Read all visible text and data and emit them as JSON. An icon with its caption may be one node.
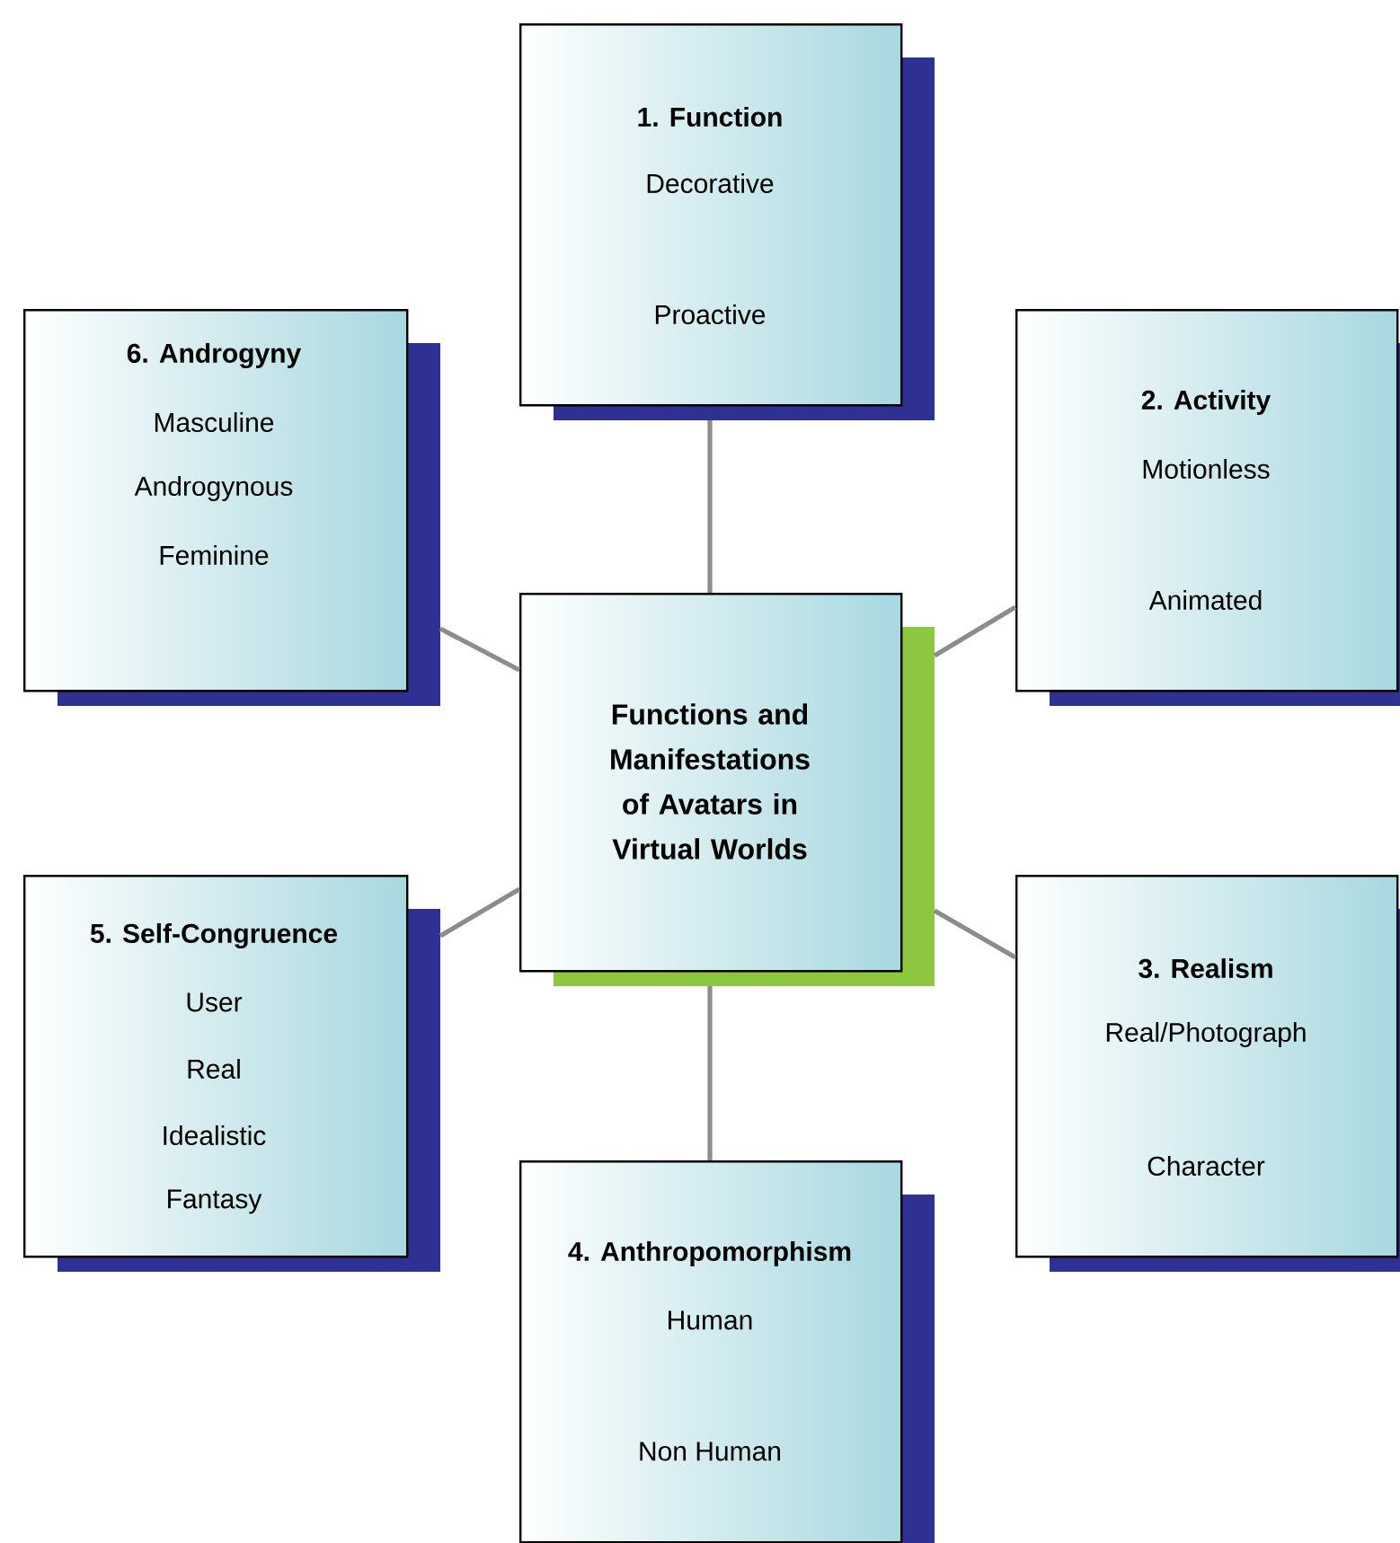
{
  "diagram": {
    "nodes": [
      {
        "text": [
          "Functions and Manifestations of Avatars in Virtual Worlds"
        ]
      },
      {
        "text": [
          "1. Function",
          "Decorative",
          "Proactive"
        ]
      },
      {
        "text": [
          "2. Activity",
          "Motionless",
          "Animated"
        ]
      },
      {
        "text": [
          "3. Realism",
          "Real/Photograph",
          "Character"
        ]
      },
      {
        "text": [
          "4. Anthropomorphism",
          "Human",
          "Non Human"
        ]
      },
      {
        "text": [
          "5. Self-Congruence",
          "User",
          "Real",
          "Idealistic",
          "Fantasy"
        ]
      },
      {
        "text": [
          "6. Androgyny",
          "Masculine",
          "Androgynous",
          "Feminine"
        ]
      }
    ],
    "edges": [
      {
        "from": 0,
        "to": 1,
        "arrow": "none"
      },
      {
        "from": 0,
        "to": 2,
        "arrow": "none"
      },
      {
        "from": 0,
        "to": 3,
        "arrow": "none"
      },
      {
        "from": 0,
        "to": 4,
        "arrow": "none"
      },
      {
        "from": 0,
        "to": 5,
        "arrow": "none"
      },
      {
        "from": 0,
        "to": 6,
        "arrow": "none"
      }
    ]
  }
}
